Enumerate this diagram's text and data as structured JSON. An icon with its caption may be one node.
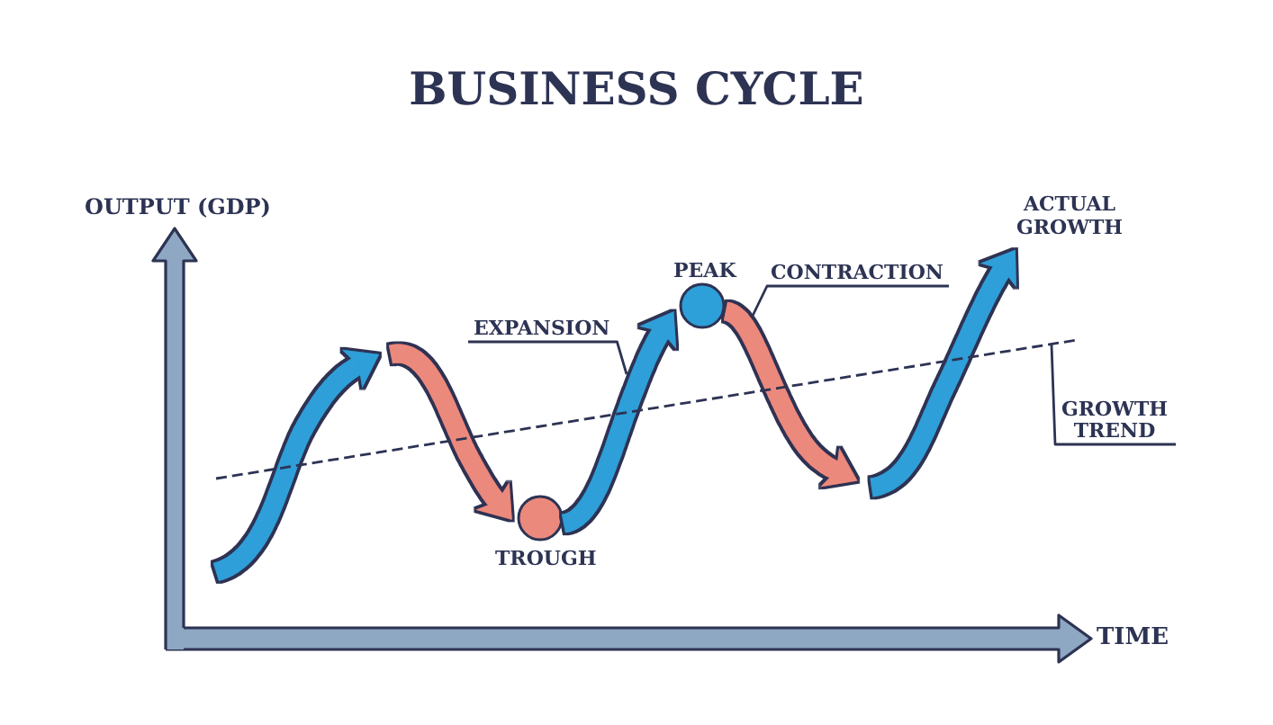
{
  "diagram": {
    "title": "BUSINESS CYCLE",
    "nodes": [
      {
        "text": [
          "EXPANSION"
        ]
      },
      {
        "text": [
          "CONTRACTION"
        ]
      },
      {
        "text": [
          "GROWTH TREND"
        ]
      },
      {
        "text": [],
        "shape": "arrow"
      },
      {
        "text": [],
        "shape": "circle",
        "beside": [
          "TROUGH"
        ]
      },
      {
        "text": [],
        "shape": "circle",
        "beside": [
          "PEAK"
        ]
      },
      {
        "text": [],
        "shape": "arrow",
        "beside": [
          "ACTUAL GROWTH"
        ]
      }
    ],
    "edges": [
      {
        "from": 0,
        "to": null,
        "arrow": "none"
      },
      {
        "from": 1,
        "to": null,
        "arrow": "none"
      },
      {
        "from": 2,
        "to": null,
        "arrow": "none"
      },
      {
        "from": 3,
        "to": 4,
        "arrow": "to",
        "style": "thick",
        "color": "#ec897d"
      },
      {
        "from": 4,
        "to": 5,
        "arrow": "to",
        "style": "thick",
        "color": "#2d9fd9"
      },
      {
        "from": 5,
        "to": 6,
        "arrow": "to",
        "style": "thick",
        "color": "#ec897d"
      }
    ],
    "labels": [
      "OUTPUT (GDP)",
      "TIME"
    ]
  }
}
